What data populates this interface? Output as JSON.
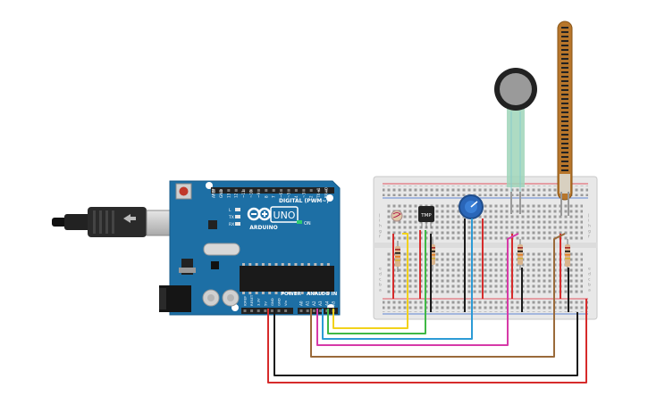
{
  "arduino": {
    "logo_text": "ARDUINO",
    "model": "UNO",
    "digital_label": "DIGITAL (PWM~)",
    "power_label": "POWER",
    "analog_label": "ANALOG IN",
    "on_label": "ON",
    "led_labels": [
      "L",
      "TX",
      "RX"
    ],
    "digital_pins": [
      "AREF",
      "GND",
      "13",
      "12",
      "~11",
      "~10",
      "~9",
      "8",
      "7",
      "~6",
      "~5",
      "4",
      "~3",
      "2",
      "TX→1",
      "RX←0"
    ],
    "power_pins": [
      "IOREF",
      "RESET",
      "3.3V",
      "5V",
      "GND",
      "GND",
      "Vin"
    ],
    "analog_pins": [
      "A0",
      "A1",
      "A2",
      "A3",
      "A4",
      "A5"
    ]
  },
  "components": {
    "temp_sensor_label": "TMP",
    "breadboard_row_letters": [
      "a",
      "b",
      "c",
      "d",
      "e",
      "f",
      "g",
      "h",
      "i",
      "j"
    ]
  },
  "colors": {
    "board": "#1d6fa5",
    "breadboard": "#e8e8e8",
    "wire_yellow": "#f2d21b",
    "wire_green": "#3fb845",
    "wire_blue": "#2c9bd6",
    "wire_magenta": "#d63aa8",
    "wire_brown": "#9a6a3a",
    "wire_red": "#d62b2b",
    "wire_black": "#1a1a1a"
  }
}
